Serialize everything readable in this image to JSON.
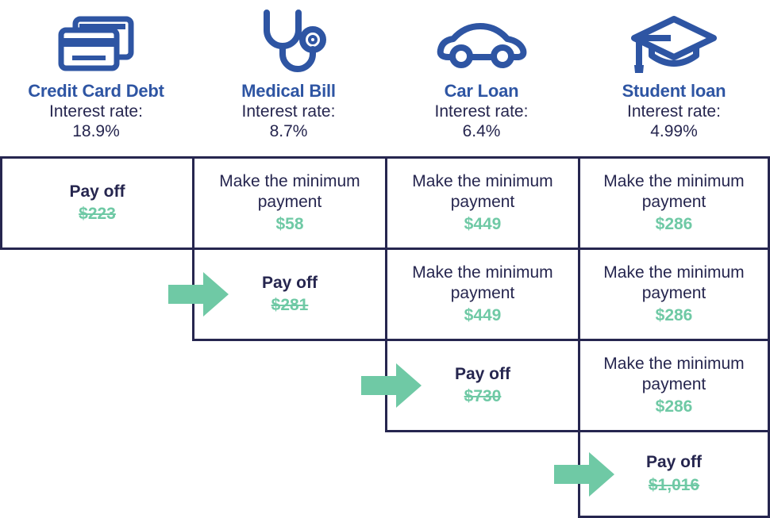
{
  "diagram": {
    "type": "debt-avalanche-payment-schedule",
    "columns": [
      {
        "icon": "credit-cards-icon",
        "title": "Credit Card Debt",
        "rate_label": "Interest rate:",
        "rate_value": "18.9%"
      },
      {
        "icon": "stethoscope-icon",
        "title": "Medical Bill",
        "rate_label": "Interest rate:",
        "rate_value": "8.7%"
      },
      {
        "icon": "car-icon",
        "title": "Car Loan",
        "rate_label": "Interest rate:",
        "rate_value": "6.4%"
      },
      {
        "icon": "graduation-cap-icon",
        "title": "Student loan",
        "rate_label": "Interest rate:",
        "rate_value": "4.99%"
      }
    ],
    "rows": [
      {
        "cells": [
          {
            "action": "Pay off",
            "amount": "$223",
            "payoff": true,
            "struck": true
          },
          {
            "action": "Make the minimum payment",
            "amount": "$58",
            "payoff": false,
            "struck": false
          },
          {
            "action": "Make the minimum payment",
            "amount": "$449",
            "payoff": false,
            "struck": false
          },
          {
            "action": "Make the minimum payment",
            "amount": "$286",
            "payoff": false,
            "struck": false
          }
        ]
      },
      {
        "cells": [
          {
            "action": "Pay off",
            "amount": "$281",
            "payoff": true,
            "struck": true
          },
          {
            "action": "Make the minimum payment",
            "amount": "$449",
            "payoff": false,
            "struck": false
          },
          {
            "action": "Make the minimum payment",
            "amount": "$286",
            "payoff": false,
            "struck": false
          }
        ]
      },
      {
        "cells": [
          {
            "action": "Pay off",
            "amount": "$730",
            "payoff": true,
            "struck": true
          },
          {
            "action": "Make the minimum payment",
            "amount": "$286",
            "payoff": false,
            "struck": false
          }
        ]
      },
      {
        "cells": [
          {
            "action": "Pay off",
            "amount": "$1,016",
            "payoff": true,
            "struck": true
          }
        ]
      }
    ],
    "colors": {
      "title_blue": "#2E55A3",
      "text_navy": "#26264F",
      "amount_green": "#6FC9A5",
      "border_navy": "#26264F"
    }
  }
}
